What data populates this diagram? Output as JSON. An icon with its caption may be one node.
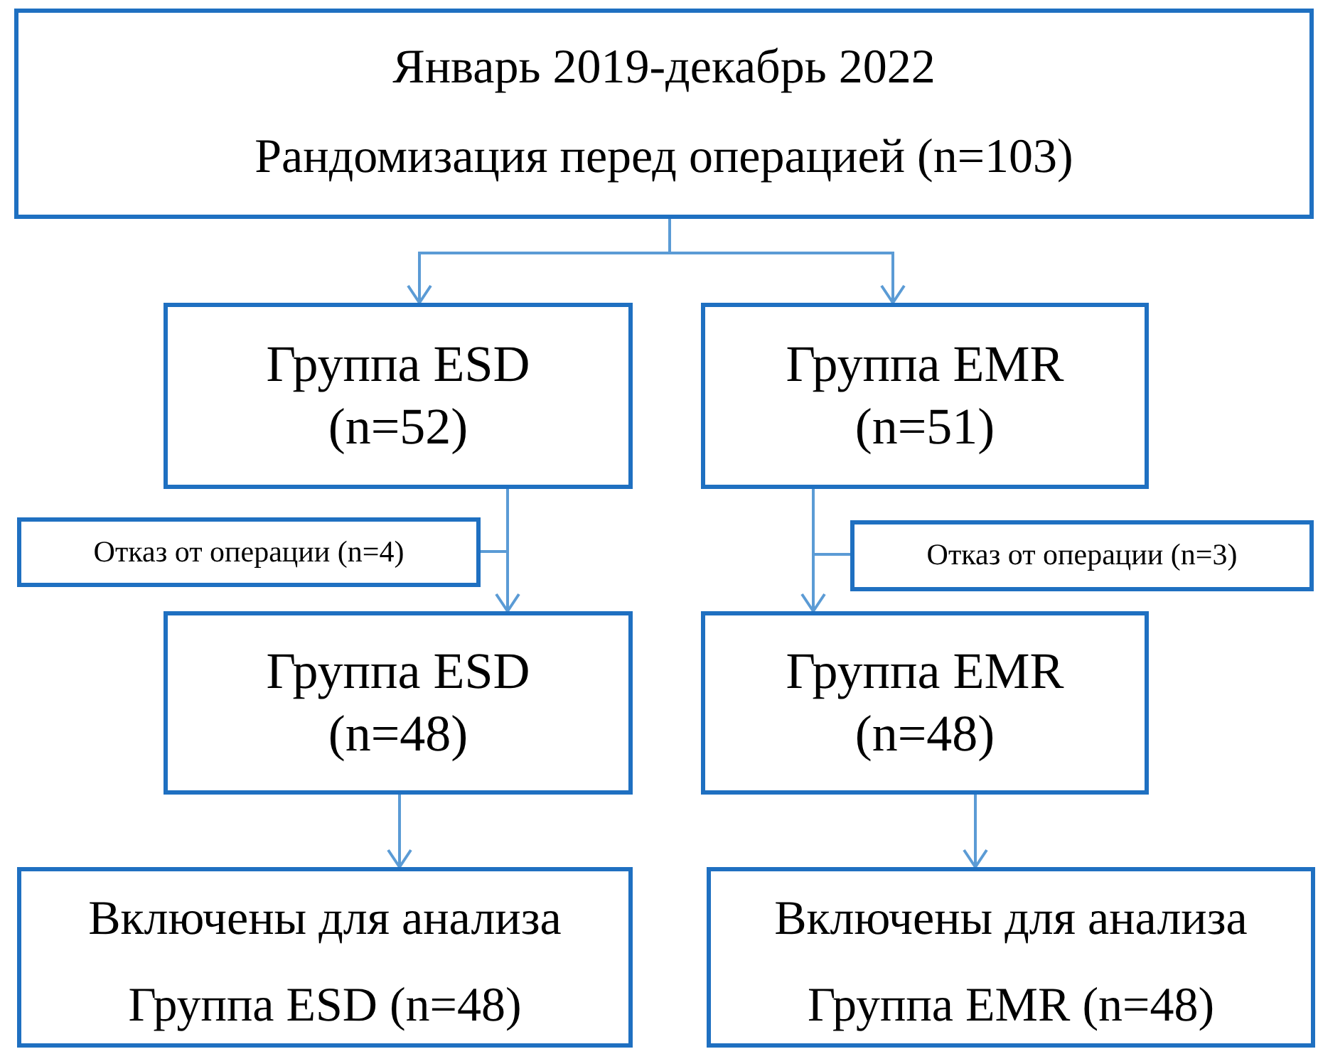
{
  "diagram": {
    "nodes": [
      {
        "text": [
          "Январь 2019-декабрь 2022",
          "Рандомизация перед операцией (n=103)"
        ]
      },
      {
        "text": [
          "Группа ESD (n=52)"
        ]
      },
      {
        "text": [
          "Группа EMR (n=51)"
        ]
      },
      {
        "text": [
          "Отказ от операции (n=4)"
        ]
      },
      {
        "text": [
          "Отказ от операции (n=3)"
        ]
      },
      {
        "text": [
          "Группа ESD (n=48)"
        ]
      },
      {
        "text": [
          "Группа EMR (n=48)"
        ]
      },
      {
        "text": [
          "Включены для анализа",
          "Группа ESD (n=48)"
        ]
      },
      {
        "text": [
          "Включены для анализа",
          "Группа EMR (n=48)"
        ]
      }
    ],
    "edges": [
      {
        "from": 0,
        "to": 1,
        "arrow": "to"
      },
      {
        "from": 0,
        "to": 2,
        "arrow": "to"
      },
      {
        "from": 1,
        "to": 5,
        "arrow": "to"
      },
      {
        "from": 1,
        "to": 3,
        "arrow": "none"
      },
      {
        "from": 2,
        "to": 6,
        "arrow": "to"
      },
      {
        "from": 2,
        "to": 4,
        "arrow": "none"
      },
      {
        "from": 5,
        "to": 7,
        "arrow": "to"
      },
      {
        "from": 6,
        "to": 8,
        "arrow": "to"
      }
    ]
  }
}
